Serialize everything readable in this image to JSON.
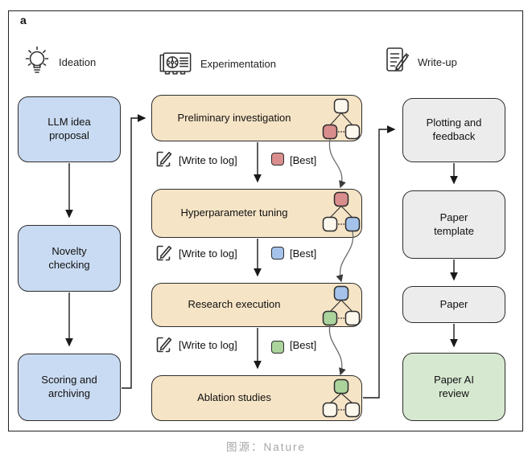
{
  "panel_label": "a",
  "caption": "图源：Nature",
  "columns": [
    {
      "label": "Ideation",
      "icon": "lightbulb-icon"
    },
    {
      "label": "Experimentation",
      "icon": "gpu-icon"
    },
    {
      "label": "Write-up",
      "icon": "document-pencil-icon"
    }
  ],
  "ideation_nodes": [
    {
      "label": "LLM idea proposal"
    },
    {
      "label": "Novelty checking"
    },
    {
      "label": "Scoring and archiving"
    }
  ],
  "experimentation_nodes": [
    {
      "label": "Preliminary investigation",
      "tree": {
        "root": "white",
        "left": "red",
        "right": "white"
      }
    },
    {
      "label": "Hyperparameter tuning",
      "tree": {
        "root": "red",
        "left": "white",
        "right": "blue"
      }
    },
    {
      "label": "Research execution",
      "tree": {
        "root": "blue",
        "left": "green",
        "right": "white"
      }
    },
    {
      "label": "Ablation studies",
      "tree": {
        "root": "green",
        "left": "white",
        "right": "white"
      }
    }
  ],
  "edge_labels": [
    {
      "write": "[Write to log]",
      "best": "[Best]",
      "best_color": "red"
    },
    {
      "write": "[Write to log]",
      "best": "[Best]",
      "best_color": "blue"
    },
    {
      "write": "[Write to log]",
      "best": "[Best]",
      "best_color": "green"
    }
  ],
  "writeup_nodes": [
    {
      "label": "Plotting and feedback",
      "fill": "gray"
    },
    {
      "label": "Paper template",
      "fill": "gray"
    },
    {
      "label": "Paper",
      "fill": "gray"
    },
    {
      "label": "Paper AI review",
      "fill": "green"
    }
  ],
  "colors": {
    "ideation_box": "#c9dbf2",
    "experiment_box": "#f6e4c6",
    "writeup_box": "#ececec",
    "review_box": "#d7e8d1",
    "node_red": "#d98d8d",
    "node_blue": "#a5c3ea",
    "node_green": "#abd39c",
    "node_white": "#fcf8ee",
    "stroke": "#2d2d2d"
  }
}
